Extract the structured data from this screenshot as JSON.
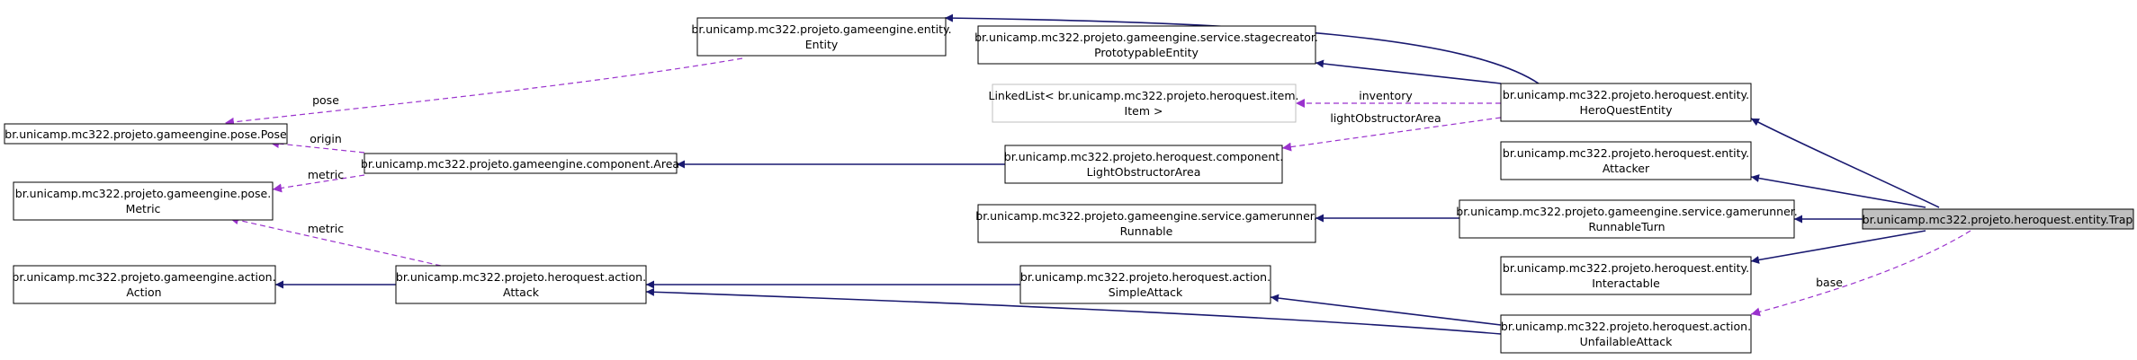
{
  "nodes": {
    "trap": {
      "lines": [
        "br.unicamp.mc322.projeto.heroquest.entity.Trap"
      ]
    },
    "entity": {
      "lines": [
        "br.unicamp.mc322.projeto.gameengine.entity.",
        "Entity"
      ]
    },
    "prototypable_entity": {
      "lines": [
        "br.unicamp.mc322.projeto.gameengine.service.stagecreator.",
        "PrototypableEntity"
      ]
    },
    "linked_list": {
      "lines": [
        "LinkedList< br.unicamp.mc322.projeto.heroquest.item.",
        "Item >"
      ]
    },
    "pose": {
      "lines": [
        "br.unicamp.mc322.projeto.gameengine.pose.Pose"
      ]
    },
    "area": {
      "lines": [
        "br.unicamp.mc322.projeto.gameengine.component.Area"
      ]
    },
    "light_obstructor_area": {
      "lines": [
        "br.unicamp.mc322.projeto.heroquest.component.",
        "LightObstructorArea"
      ]
    },
    "metric": {
      "lines": [
        "br.unicamp.mc322.projeto.gameengine.pose.",
        "Metric"
      ]
    },
    "runnable": {
      "lines": [
        "br.unicamp.mc322.projeto.gameengine.service.gamerunner.",
        "Runnable"
      ]
    },
    "action": {
      "lines": [
        "br.unicamp.mc322.projeto.gameengine.action.",
        "Action"
      ]
    },
    "attack": {
      "lines": [
        "br.unicamp.mc322.projeto.heroquest.action.",
        "Attack"
      ]
    },
    "simple_attack": {
      "lines": [
        "br.unicamp.mc322.projeto.heroquest.action.",
        "SimpleAttack"
      ]
    },
    "hero_quest_entity": {
      "lines": [
        "br.unicamp.mc322.projeto.heroquest.entity.",
        "HeroQuestEntity"
      ]
    },
    "attacker": {
      "lines": [
        "br.unicamp.mc322.projeto.heroquest.entity.",
        "Attacker"
      ]
    },
    "runnable_turn": {
      "lines": [
        "br.unicamp.mc322.projeto.gameengine.service.gamerunner.",
        "RunnableTurn"
      ]
    },
    "interactable": {
      "lines": [
        "br.unicamp.mc322.projeto.heroquest.entity.",
        "Interactable"
      ]
    },
    "unfailable_attack": {
      "lines": [
        "br.unicamp.mc322.projeto.heroquest.action.",
        "UnfailableAttack"
      ]
    }
  },
  "edge_labels": {
    "pose": "pose",
    "origin": "origin",
    "metric_area": "metric",
    "metric_attack": "metric",
    "inventory": "inventory",
    "light_obstructor_area": "lightObstructorArea",
    "base": "base"
  },
  "colors": {
    "inheritance": "#191970",
    "usage": "#9a32cd",
    "focus_fill": "#bfbfbf",
    "ghost_border": "#bfbfbf"
  }
}
